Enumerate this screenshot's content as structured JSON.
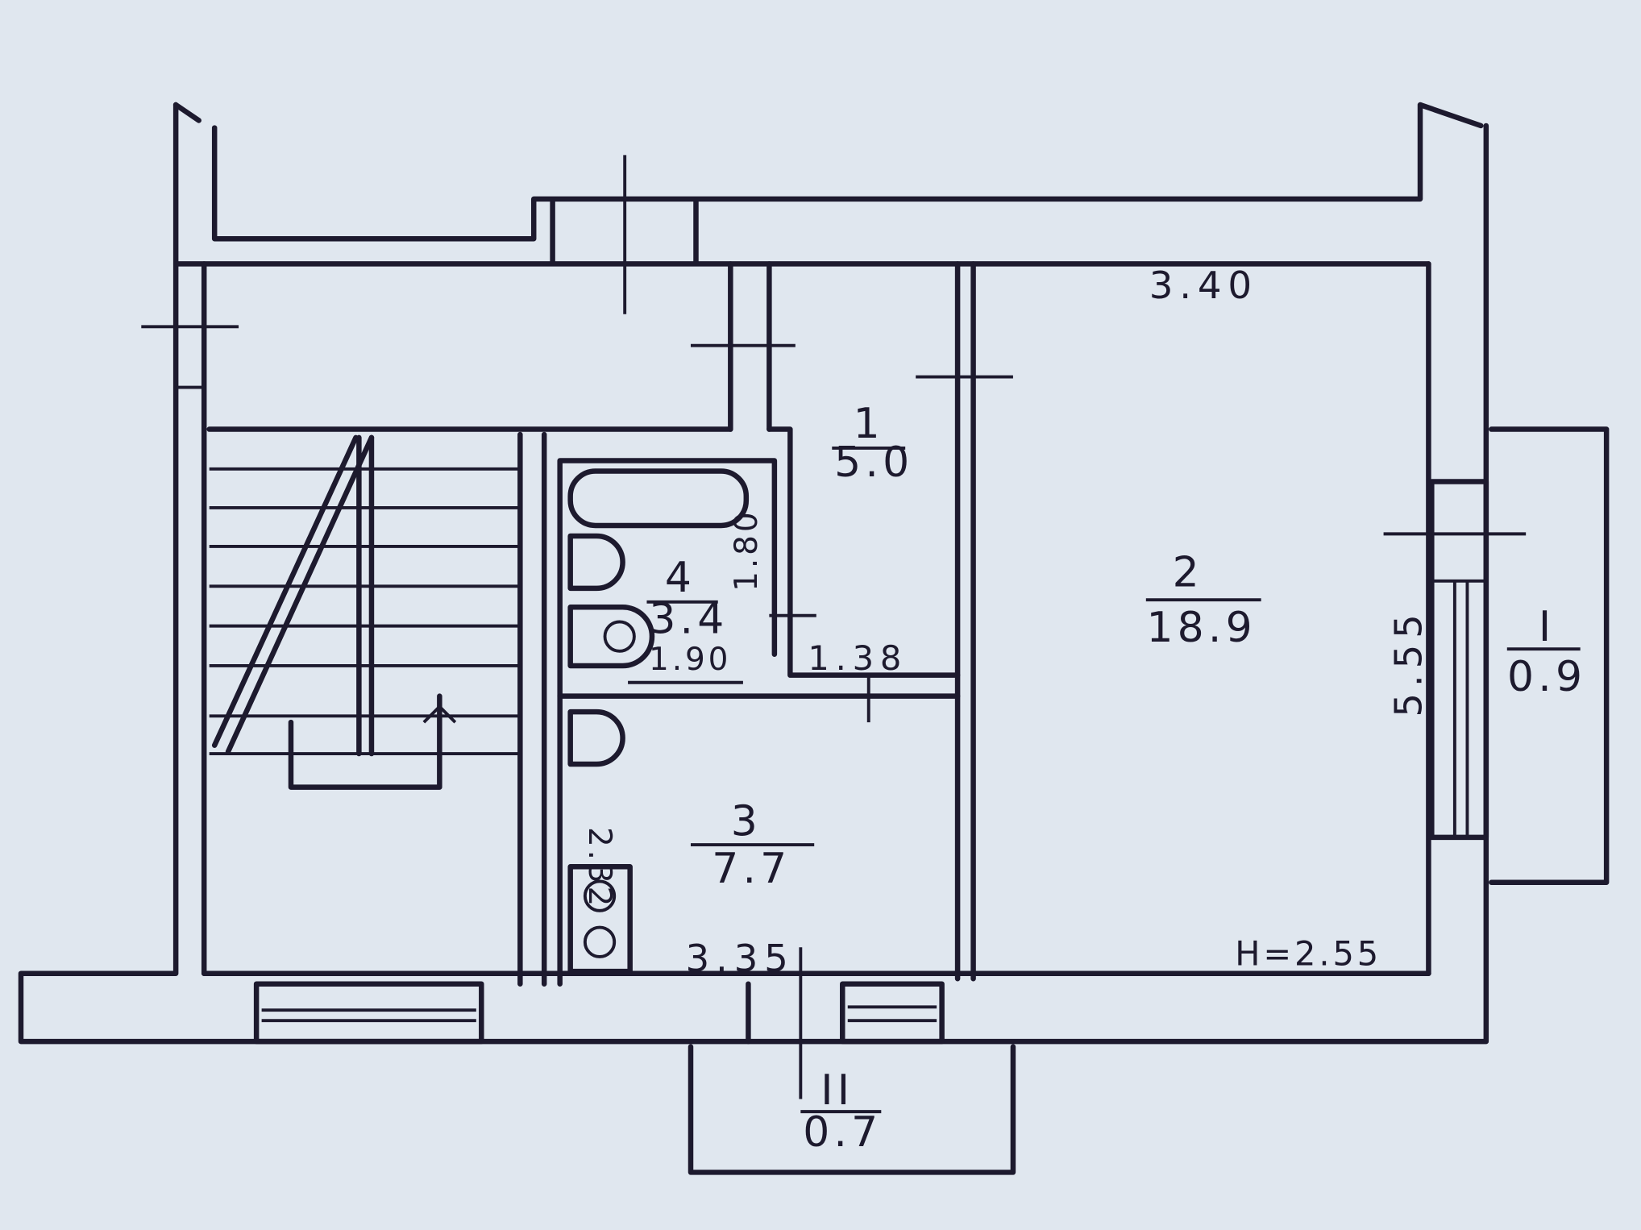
{
  "plan": {
    "rooms": [
      {
        "number": "1",
        "area": "5.0"
      },
      {
        "number": "2",
        "area": "18.9"
      },
      {
        "number": "3",
        "area": "7.7"
      },
      {
        "number": "4",
        "area": "3.4"
      }
    ],
    "balconies": [
      {
        "number": "I",
        "area": "0.9"
      },
      {
        "number": "II",
        "area": "0.7"
      }
    ],
    "dimensions": {
      "top_room2": "3.40",
      "side_room2": "5.55",
      "bath_height": "1.80",
      "bath_width": "1.90",
      "corridor": "1.38",
      "kitchen_side": "2.32",
      "kitchen_bottom": "3.35",
      "ceiling_height": "H=2.55"
    }
  }
}
